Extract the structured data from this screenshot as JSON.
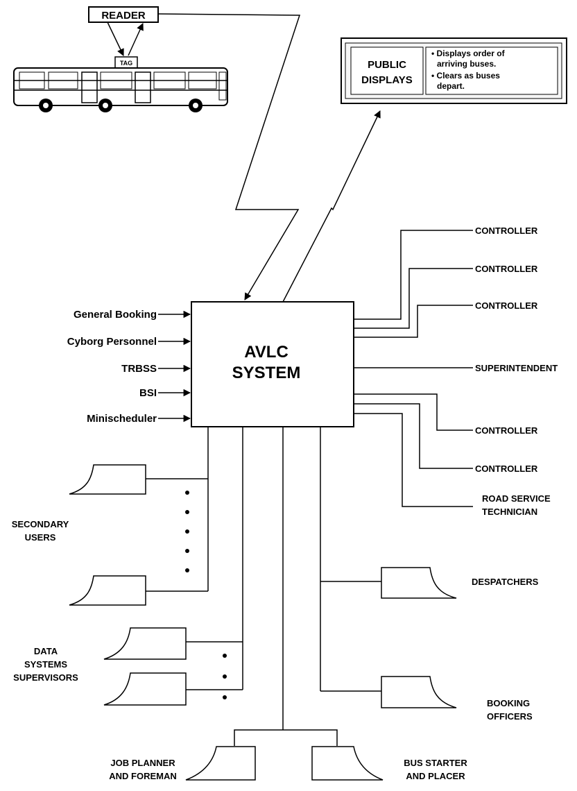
{
  "reader_label": "READER",
  "tag_label": "TAG",
  "public_displays": {
    "title_line1": "PUBLIC",
    "title_line2": "DISPLAYS",
    "notes": [
      "• Displays order of",
      "arriving buses.",
      "• Clears as buses",
      "depart."
    ]
  },
  "system": {
    "line1": "AVLC",
    "line2": "SYSTEM"
  },
  "inputs": [
    "General Booking",
    "Cyborg Personnel",
    "TRBSS",
    "BSI",
    "Minischeduler"
  ],
  "right_outputs": {
    "controllers": [
      "CONTROLLER",
      "CONTROLLER",
      "CONTROLLER",
      "CONTROLLER",
      "CONTROLLER"
    ],
    "superintendent": "SUPERINTENDENT",
    "road_service_line1": "ROAD SERVICE",
    "road_service_line2": "TECHNICIAN"
  },
  "terminal_groups": {
    "secondary_users": [
      "SECONDARY",
      "USERS"
    ],
    "data_systems_supervisors": [
      "DATA",
      "SYSTEMS",
      "SUPERVISORS"
    ],
    "despatchers": "DESPATCHERS",
    "booking_officers": [
      "BOOKING",
      "OFFICERS"
    ],
    "job_planner": [
      "JOB PLANNER",
      "AND FOREMAN"
    ],
    "bus_starter": [
      "BUS STARTER",
      "AND PLACER"
    ]
  }
}
